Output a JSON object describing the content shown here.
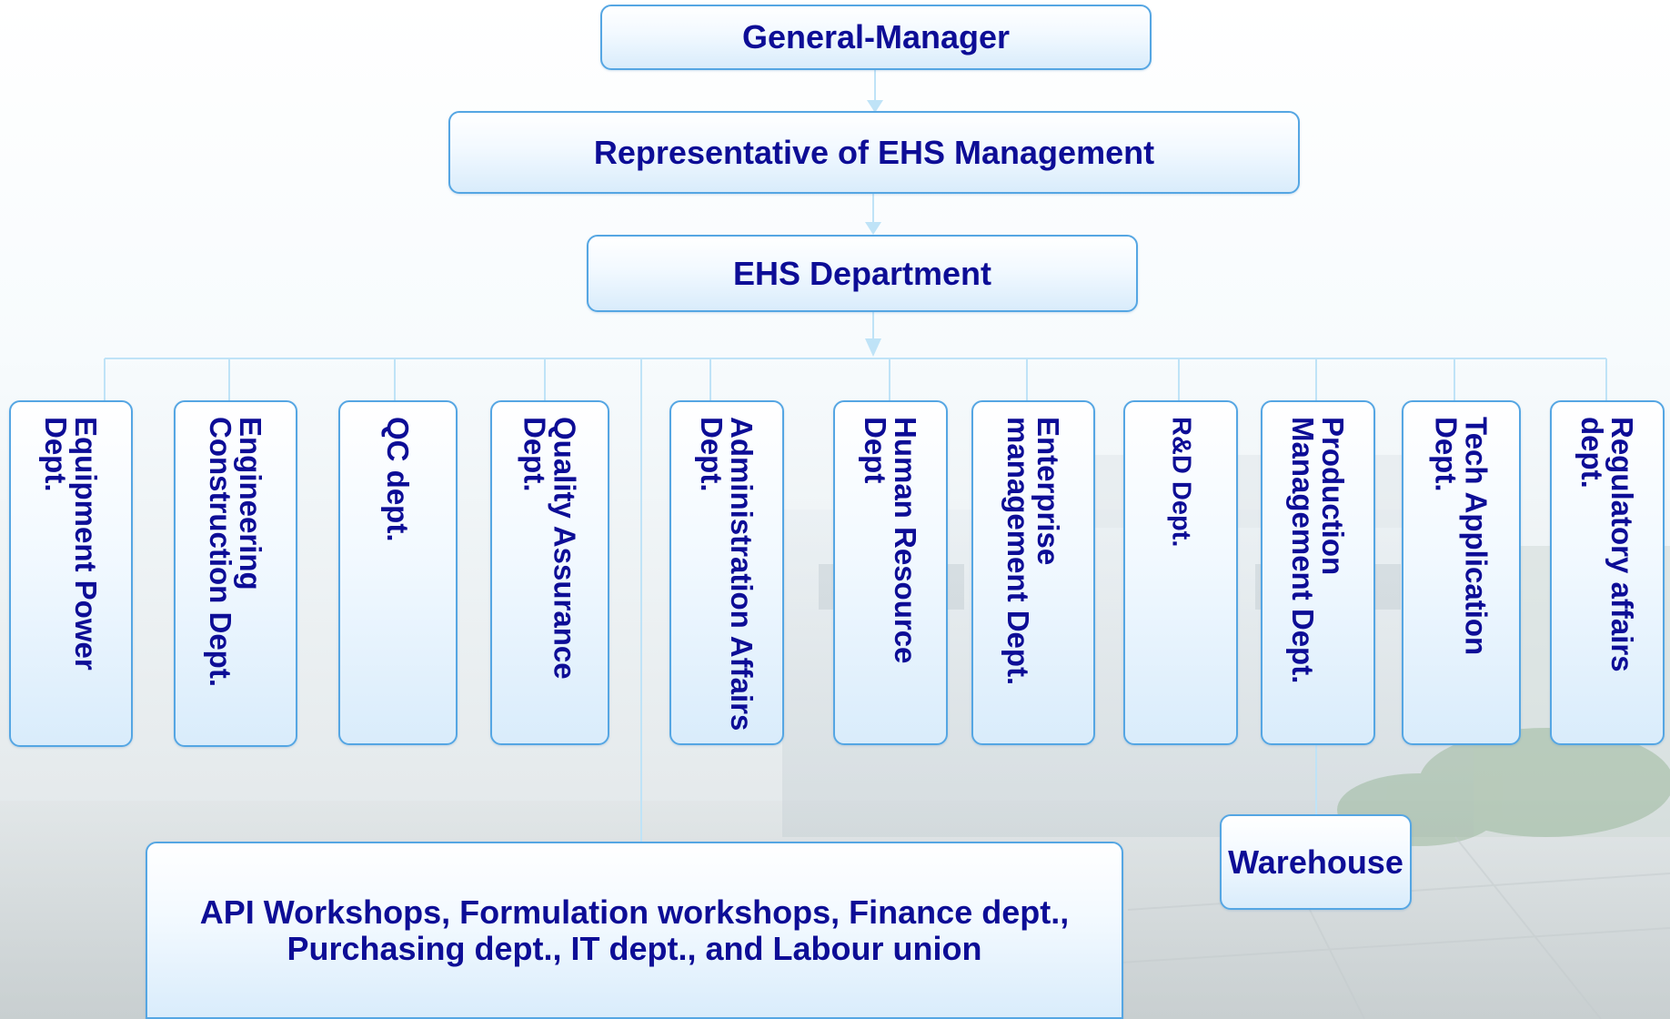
{
  "chart": {
    "top": "General-Manager",
    "representative": "Representative of EHS Management",
    "department": "EHS Department",
    "departments": [
      "Equipment Power\nDept.",
      "Engineering\nConstruction Dept.",
      "QC dept.",
      "Quality Assurance\nDept.",
      "Administration Affairs\nDept.",
      "Human Resource\nDept",
      "Enterprise\nmanagement Dept.",
      "R&D Dept.",
      "Production\nManagement Dept.",
      "Tech Application\nDept.",
      "Regulatory affairs\ndept."
    ],
    "warehouse": "Warehouse",
    "others": "API Workshops, Formulation workshops, Finance dept.,\nPurchasing dept., IT dept., and Labour union"
  },
  "colors": {
    "text": "#0d0d96",
    "border": "#55a6e3",
    "connector": "#bfe3f7"
  }
}
